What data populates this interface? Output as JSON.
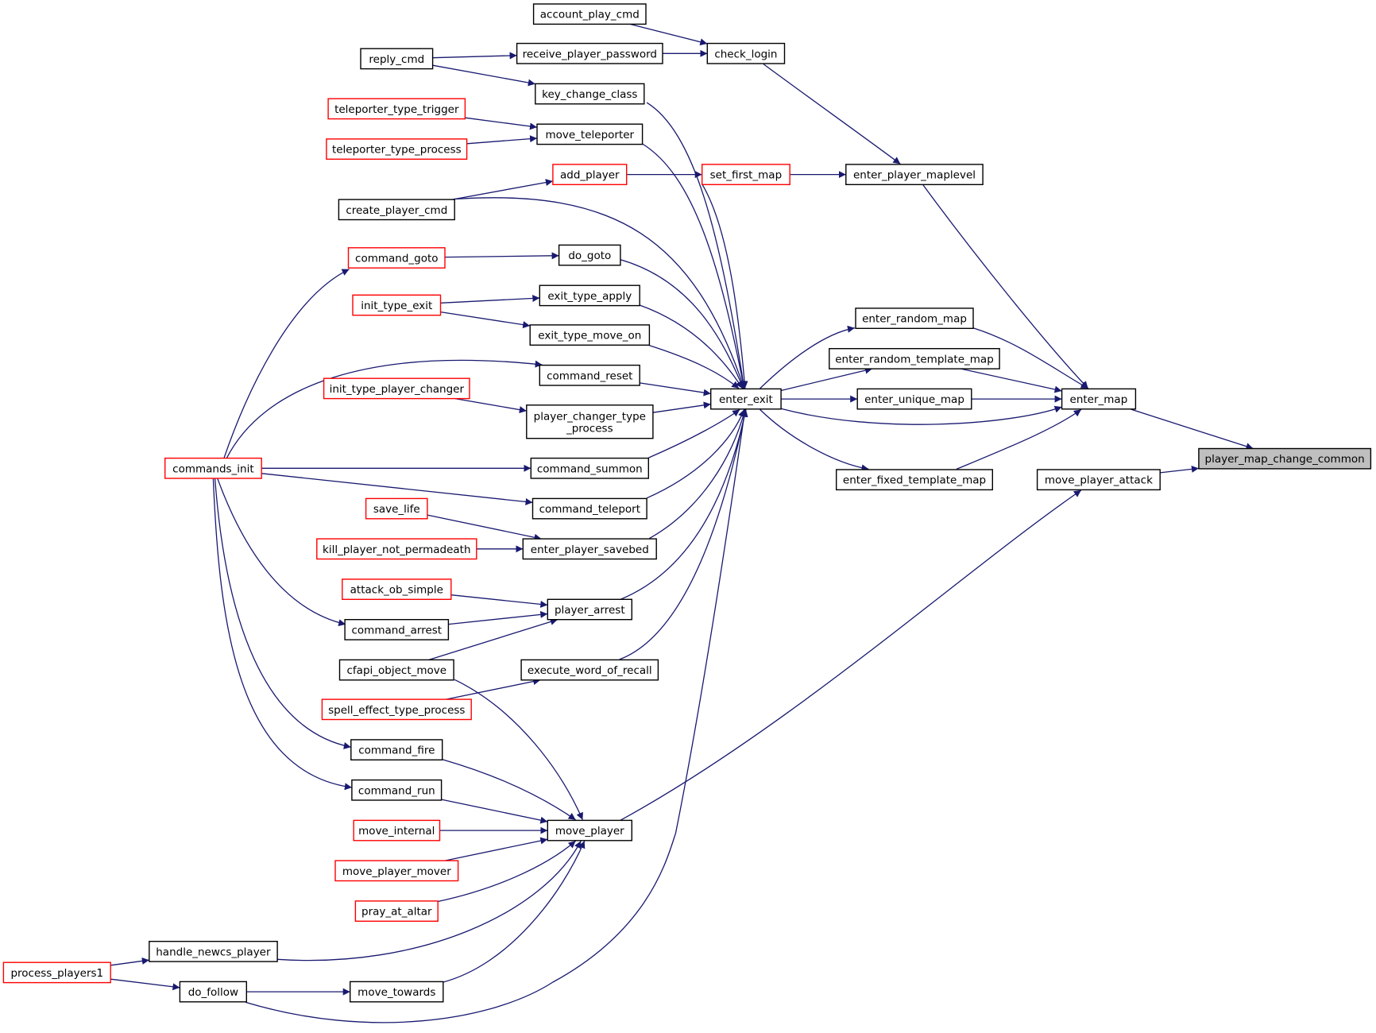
{
  "diagram": {
    "type": "call-graph",
    "edge_color": "#191970",
    "node_border_color": "#000000",
    "truncated_node_border_color": "#ff0000",
    "root_fill_color": "#bfbfbf",
    "nodes": [
      {
        "id": "player_map_change_common",
        "label": "player_map_change_common",
        "style": "root"
      },
      {
        "id": "enter_map",
        "label": "enter_map",
        "style": "normal"
      },
      {
        "id": "move_player_attack",
        "label": "move_player_attack",
        "style": "normal"
      },
      {
        "id": "enter_player_maplevel",
        "label": "enter_player_maplevel",
        "style": "normal"
      },
      {
        "id": "enter_random_map",
        "label": "enter_random_map",
        "style": "normal"
      },
      {
        "id": "enter_random_template_map",
        "label": "enter_random_template_map",
        "style": "normal"
      },
      {
        "id": "enter_unique_map",
        "label": "enter_unique_map",
        "style": "normal"
      },
      {
        "id": "enter_fixed_template_map",
        "label": "enter_fixed_template_map",
        "style": "normal"
      },
      {
        "id": "enter_exit",
        "label": "enter_exit",
        "style": "normal"
      },
      {
        "id": "check_login",
        "label": "check_login",
        "style": "normal"
      },
      {
        "id": "set_first_map",
        "label": "set_first_map",
        "style": "truncated"
      },
      {
        "id": "account_play_cmd",
        "label": "account_play_cmd",
        "style": "normal"
      },
      {
        "id": "receive_player_password",
        "label": "receive_player_password",
        "style": "normal"
      },
      {
        "id": "key_change_class",
        "label": "key_change_class",
        "style": "normal"
      },
      {
        "id": "move_teleporter",
        "label": "move_teleporter",
        "style": "normal"
      },
      {
        "id": "add_player",
        "label": "add_player",
        "style": "truncated"
      },
      {
        "id": "do_goto",
        "label": "do_goto",
        "style": "normal"
      },
      {
        "id": "exit_type_apply",
        "label": "exit_type_apply",
        "style": "normal"
      },
      {
        "id": "exit_type_move_on",
        "label": "exit_type_move_on",
        "style": "normal"
      },
      {
        "id": "command_reset",
        "label": "command_reset",
        "style": "normal"
      },
      {
        "id": "player_changer_type_process",
        "label": "player_changer_type\n_process",
        "style": "normal"
      },
      {
        "id": "command_summon",
        "label": "command_summon",
        "style": "normal"
      },
      {
        "id": "command_teleport",
        "label": "command_teleport",
        "style": "normal"
      },
      {
        "id": "enter_player_savebed",
        "label": "enter_player_savebed",
        "style": "normal"
      },
      {
        "id": "player_arrest",
        "label": "player_arrest",
        "style": "normal"
      },
      {
        "id": "execute_word_of_recall",
        "label": "execute_word_of_recall",
        "style": "normal"
      },
      {
        "id": "move_player",
        "label": "move_player",
        "style": "normal"
      },
      {
        "id": "reply_cmd",
        "label": "reply_cmd",
        "style": "normal"
      },
      {
        "id": "teleporter_type_trigger",
        "label": "teleporter_type_trigger",
        "style": "truncated"
      },
      {
        "id": "teleporter_type_process",
        "label": "teleporter_type_process",
        "style": "truncated"
      },
      {
        "id": "create_player_cmd",
        "label": "create_player_cmd",
        "style": "normal"
      },
      {
        "id": "command_goto",
        "label": "command_goto",
        "style": "truncated"
      },
      {
        "id": "init_type_exit",
        "label": "init_type_exit",
        "style": "truncated"
      },
      {
        "id": "init_type_player_changer",
        "label": "init_type_player_changer",
        "style": "truncated"
      },
      {
        "id": "save_life",
        "label": "save_life",
        "style": "truncated"
      },
      {
        "id": "kill_player_not_permadeath",
        "label": "kill_player_not_permadeath",
        "style": "truncated"
      },
      {
        "id": "attack_ob_simple",
        "label": "attack_ob_simple",
        "style": "truncated"
      },
      {
        "id": "command_arrest",
        "label": "command_arrest",
        "style": "normal"
      },
      {
        "id": "cfapi_object_move",
        "label": "cfapi_object_move",
        "style": "normal"
      },
      {
        "id": "spell_effect_type_process",
        "label": "spell_effect_type_process",
        "style": "truncated"
      },
      {
        "id": "command_fire",
        "label": "command_fire",
        "style": "normal"
      },
      {
        "id": "command_run",
        "label": "command_run",
        "style": "normal"
      },
      {
        "id": "move_internal",
        "label": "move_internal",
        "style": "truncated"
      },
      {
        "id": "move_player_mover",
        "label": "move_player_mover",
        "style": "truncated"
      },
      {
        "id": "pray_at_altar",
        "label": "pray_at_altar",
        "style": "truncated"
      },
      {
        "id": "handle_newcs_player",
        "label": "handle_newcs_player",
        "style": "normal"
      },
      {
        "id": "do_follow",
        "label": "do_follow",
        "style": "normal"
      },
      {
        "id": "move_towards",
        "label": "move_towards",
        "style": "normal"
      },
      {
        "id": "commands_init",
        "label": "commands_init",
        "style": "truncated"
      },
      {
        "id": "process_players1",
        "label": "process_players1",
        "style": "truncated"
      }
    ],
    "edges": [
      {
        "from": "enter_map",
        "to": "player_map_change_common"
      },
      {
        "from": "move_player_attack",
        "to": "player_map_change_common"
      },
      {
        "from": "enter_player_maplevel",
        "to": "enter_map"
      },
      {
        "from": "enter_random_map",
        "to": "enter_map"
      },
      {
        "from": "enter_random_template_map",
        "to": "enter_map"
      },
      {
        "from": "enter_unique_map",
        "to": "enter_map"
      },
      {
        "from": "enter_exit",
        "to": "enter_map"
      },
      {
        "from": "enter_fixed_template_map",
        "to": "enter_map"
      },
      {
        "from": "move_player",
        "to": "move_player_attack"
      },
      {
        "from": "check_login",
        "to": "enter_player_maplevel"
      },
      {
        "from": "set_first_map",
        "to": "enter_player_maplevel"
      },
      {
        "from": "enter_exit",
        "to": "enter_random_map"
      },
      {
        "from": "enter_exit",
        "to": "enter_random_template_map"
      },
      {
        "from": "enter_exit",
        "to": "enter_unique_map"
      },
      {
        "from": "enter_exit",
        "to": "enter_fixed_template_map"
      },
      {
        "from": "account_play_cmd",
        "to": "check_login"
      },
      {
        "from": "receive_player_password",
        "to": "check_login"
      },
      {
        "from": "add_player",
        "to": "set_first_map"
      },
      {
        "from": "reply_cmd",
        "to": "receive_player_password"
      },
      {
        "from": "reply_cmd",
        "to": "key_change_class"
      },
      {
        "from": "teleporter_type_trigger",
        "to": "move_teleporter"
      },
      {
        "from": "teleporter_type_process",
        "to": "move_teleporter"
      },
      {
        "from": "create_player_cmd",
        "to": "add_player"
      },
      {
        "from": "command_goto",
        "to": "do_goto"
      },
      {
        "from": "init_type_exit",
        "to": "exit_type_apply"
      },
      {
        "from": "init_type_exit",
        "to": "exit_type_move_on"
      },
      {
        "from": "init_type_player_changer",
        "to": "player_changer_type_process"
      },
      {
        "from": "commands_init",
        "to": "command_goto"
      },
      {
        "from": "commands_init",
        "to": "command_reset"
      },
      {
        "from": "commands_init",
        "to": "command_summon"
      },
      {
        "from": "commands_init",
        "to": "command_teleport"
      },
      {
        "from": "commands_init",
        "to": "command_arrest"
      },
      {
        "from": "commands_init",
        "to": "command_fire"
      },
      {
        "from": "commands_init",
        "to": "command_run"
      },
      {
        "from": "save_life",
        "to": "enter_player_savebed"
      },
      {
        "from": "kill_player_not_permadeath",
        "to": "enter_player_savebed"
      },
      {
        "from": "attack_ob_simple",
        "to": "player_arrest"
      },
      {
        "from": "command_arrest",
        "to": "player_arrest"
      },
      {
        "from": "cfapi_object_move",
        "to": "player_arrest"
      },
      {
        "from": "spell_effect_type_process",
        "to": "execute_word_of_recall"
      },
      {
        "from": "cfapi_object_move",
        "to": "move_player"
      },
      {
        "from": "command_fire",
        "to": "move_player"
      },
      {
        "from": "command_run",
        "to": "move_player"
      },
      {
        "from": "move_internal",
        "to": "move_player"
      },
      {
        "from": "move_player_mover",
        "to": "move_player"
      },
      {
        "from": "pray_at_altar",
        "to": "move_player"
      },
      {
        "from": "handle_newcs_player",
        "to": "move_player"
      },
      {
        "from": "move_towards",
        "to": "move_player"
      },
      {
        "from": "process_players1",
        "to": "handle_newcs_player"
      },
      {
        "from": "process_players1",
        "to": "do_follow"
      },
      {
        "from": "do_follow",
        "to": "move_towards"
      },
      {
        "from": "key_change_class",
        "to": "enter_exit"
      },
      {
        "from": "move_teleporter",
        "to": "enter_exit"
      },
      {
        "from": "set_first_map",
        "to": "enter_exit"
      },
      {
        "from": "create_player_cmd",
        "to": "enter_exit"
      },
      {
        "from": "do_goto",
        "to": "enter_exit"
      },
      {
        "from": "exit_type_apply",
        "to": "enter_exit"
      },
      {
        "from": "exit_type_move_on",
        "to": "enter_exit"
      },
      {
        "from": "command_reset",
        "to": "enter_exit"
      },
      {
        "from": "player_changer_type_process",
        "to": "enter_exit"
      },
      {
        "from": "command_summon",
        "to": "enter_exit"
      },
      {
        "from": "command_teleport",
        "to": "enter_exit"
      },
      {
        "from": "enter_player_savebed",
        "to": "enter_exit"
      },
      {
        "from": "player_arrest",
        "to": "enter_exit"
      },
      {
        "from": "execute_word_of_recall",
        "to": "enter_exit"
      },
      {
        "from": "do_follow",
        "to": "enter_exit"
      }
    ]
  }
}
